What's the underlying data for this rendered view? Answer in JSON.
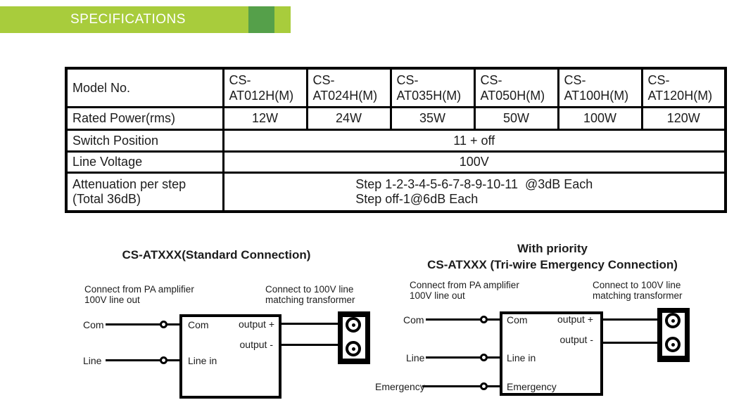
{
  "colors": {
    "bar_green": "#a8cc3c",
    "accent_green": "#55a04a",
    "line_black": "#000000",
    "text": "#1c1c1c"
  },
  "header": {
    "title": "SPECIFICATIONS"
  },
  "spec_table": {
    "row_labels": [
      "Model No.",
      "Rated Power(rms)",
      "Switch Position",
      "Line Voltage",
      "Attenuation per step\n(Total 36dB)"
    ],
    "models": [
      "CS-\nAT012H(M)",
      "CS-\nAT024H(M)",
      "CS-\nAT035H(M)",
      "CS-\nAT050H(M)",
      "CS-\nAT100H(M)",
      "CS-\nAT120H(M)"
    ],
    "rated_power": [
      "12W",
      "24W",
      "35W",
      "50W",
      "100W",
      "120W"
    ],
    "switch_position": "11 + off",
    "line_voltage": "100V",
    "attenuation": [
      "Step 1-2-3-4-5-6-7-8-9-10-11  @3dB Each",
      "Step off-1@6dB Each"
    ]
  },
  "standard_diagram": {
    "title": "CS-ATXXX(Standard Connection)",
    "source_caption": "Connect from PA amplifier\n100V line out",
    "dest_caption": "Connect to 100V line\nmatching transformer",
    "inputs": {
      "com": "Com",
      "line": "Line"
    },
    "box": {
      "com": "Com",
      "line_in": "Line in",
      "output_plus": "output +",
      "output_minus": "output -"
    }
  },
  "priority_diagram": {
    "title_line1": "With priority",
    "title_line2": "CS-ATXXX (Tri-wire Emergency Connection)",
    "source_caption": "Connect from PA amplifier\n100V line out",
    "dest_caption": "Connect to 100V line\nmatching transformer",
    "inputs": {
      "com": "Com",
      "line": "Line",
      "emergency": "Emergency"
    },
    "box": {
      "com": "Com",
      "line_in": "Line in",
      "emergency": "Emergency",
      "output_plus": "output +",
      "output_minus": "output -"
    }
  }
}
